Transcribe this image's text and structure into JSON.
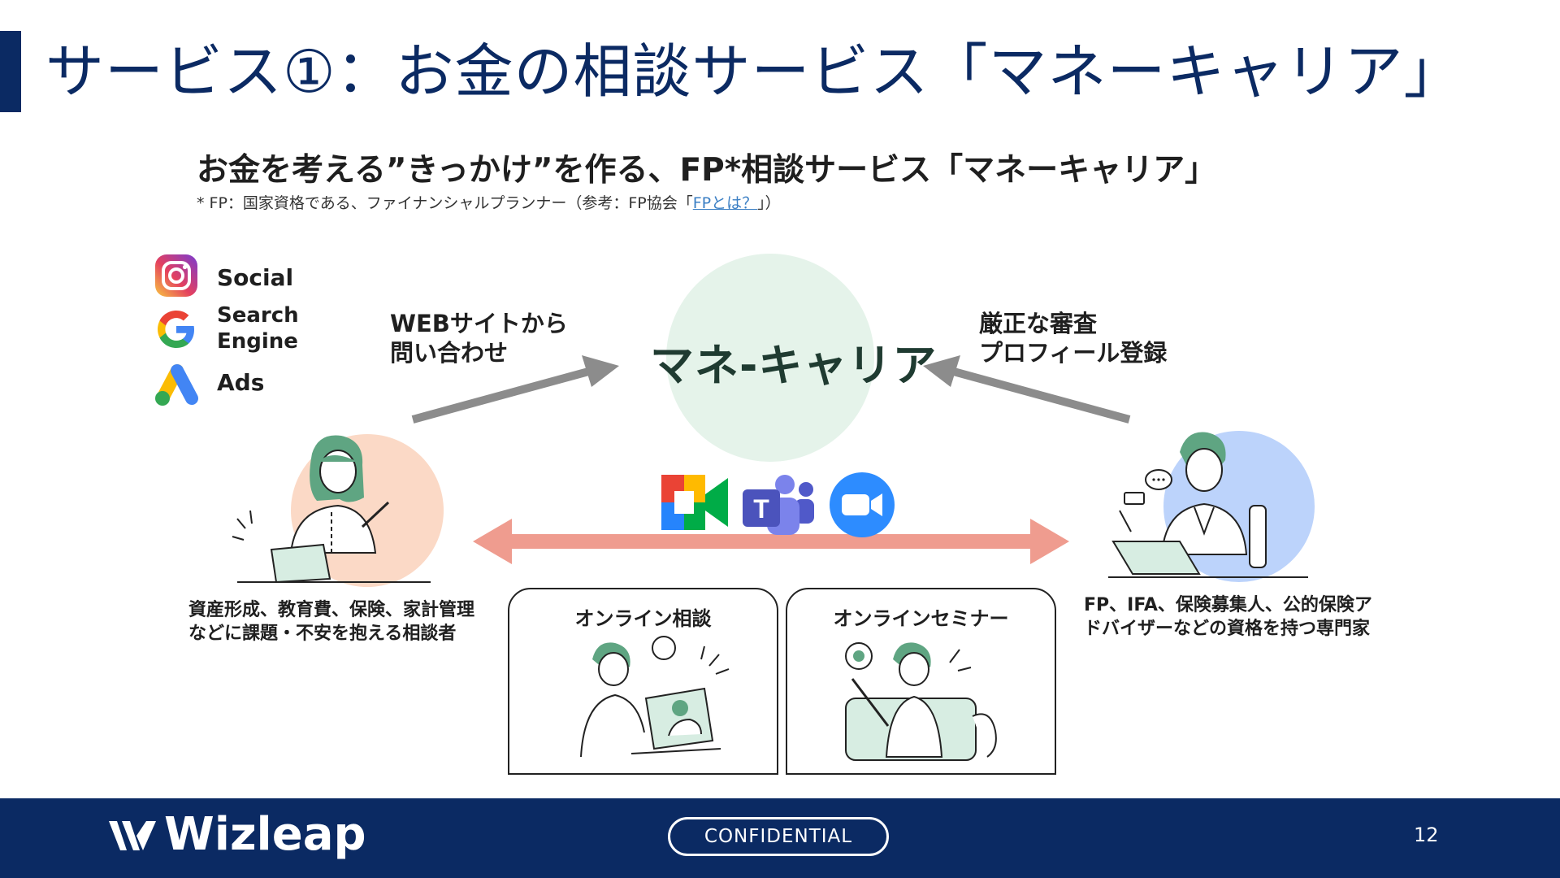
{
  "title": "サービス①：お金の相談サービス「マネーキャリア」",
  "headline": "お金を考える”きっかけ”を作る、FP*相談サービス「マネーキャリア」",
  "footnote": {
    "prefix": "* FP：国家資格である、ファイナンシャルプランナー（参考：FP協会「",
    "link": "FPとは？",
    "suffix": "」）"
  },
  "channels": [
    {
      "icon": "instagram-icon",
      "label": "Social"
    },
    {
      "icon": "google-icon",
      "label_line1": "Search",
      "label_line2": "Engine"
    },
    {
      "icon": "google-ads-icon",
      "label": "Ads"
    }
  ],
  "brand": {
    "name": "マネ-キャリア",
    "circle_color": "#e5f3ea"
  },
  "left_callout": {
    "line1": "WEBサイトから",
    "line2": "問い合わせ"
  },
  "right_callout": {
    "line1": "厳正な審査",
    "line2": "プロフィール登録"
  },
  "consultee": {
    "line1": "資産形成、教育費、保険、家計管理",
    "line2": "などに課題・不安を抱える相談者"
  },
  "expert": {
    "line1": "FP、IFA、保険募集人、公的保険ア",
    "line2": "ドバイザーなどの資格を持つ専門家"
  },
  "tools": [
    "google-meet-icon",
    "microsoft-teams-icon",
    "zoom-icon"
  ],
  "cards": [
    {
      "title": "オンライン相談"
    },
    {
      "title": "オンラインセミナー"
    }
  ],
  "footer": {
    "logo": "Wizleap",
    "confidential": "CONFIDENTIAL",
    "page_number": "12"
  },
  "colors": {
    "navy": "#0b2a63",
    "arrow_gray": "#8c8c8c",
    "arrow_salmon": "#ef9c8f",
    "consultee_blob": "#fbd9c6",
    "expert_blob": "#bcd3fb",
    "illustration_green": "#5fa582"
  }
}
